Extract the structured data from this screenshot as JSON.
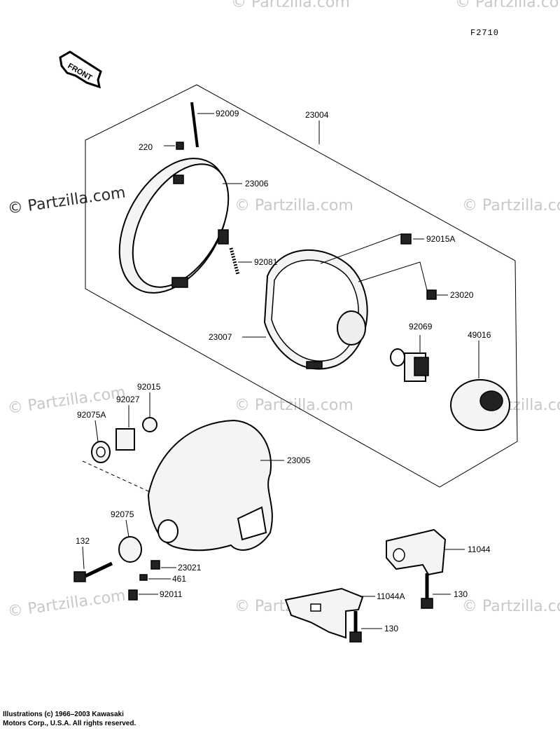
{
  "figure_code": "F2710",
  "front_label": "FRONT",
  "copyright": "Illustrations (c) 1966–2003 Kawasaki\nMotors Corp., U.S.A.  All rights reserved.",
  "watermark": "© Partzilla.com",
  "parts": {
    "p92009": "92009",
    "p23004": "23004",
    "p220": "220",
    "p23006": "23006",
    "p92015A": "92015A",
    "p92081": "92081",
    "p23020": "23020",
    "p23007": "23007",
    "p92069": "92069",
    "p49016": "49016",
    "p92015": "92015",
    "p92027": "92027",
    "p92075A": "92075A",
    "p23005": "23005",
    "p92075": "92075",
    "p132": "132",
    "p23021": "23021",
    "p461": "461",
    "p92011": "92011",
    "p11044": "11044",
    "p11044A": "11044A",
    "p130a": "130",
    "p130b": "130"
  }
}
